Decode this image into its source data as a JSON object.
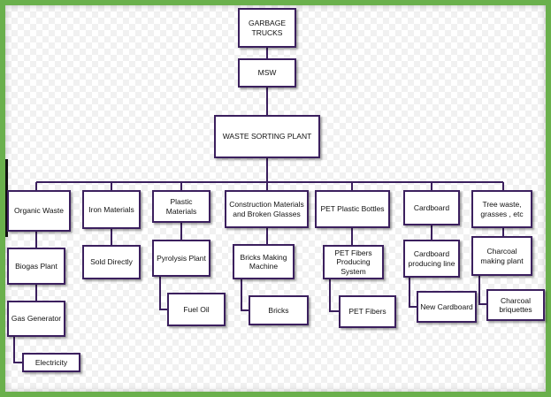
{
  "diagram": {
    "root": "GARBAGE TRUCKS",
    "msw": "MSW",
    "sorting_plant": "WASTE SORTING PLANT",
    "branches": [
      {
        "category": "Organic Waste",
        "steps": [
          "Biogas Plant",
          "Gas Generator",
          "Electricity"
        ]
      },
      {
        "category": "Iron Materials",
        "steps": [
          "Sold Directly"
        ]
      },
      {
        "category": "Plastic Materials",
        "steps": [
          "Pyrolysis Plant",
          "Fuel Oil"
        ]
      },
      {
        "category": "Construction Materials and Broken Glasses",
        "steps": [
          "Bricks Making Machine",
          "Bricks"
        ]
      },
      {
        "category": "PET Plastic Bottles",
        "steps": [
          "PET Fibers Producing System",
          "PET Fibers"
        ]
      },
      {
        "category": "Cardboard",
        "steps": [
          "Cardboard producing line",
          "New Cardboard"
        ]
      },
      {
        "category": "Tree waste, grasses , etc",
        "steps": [
          "Charcoal making plant",
          "Charcoal briquettes"
        ]
      }
    ]
  },
  "colors": {
    "border": "#6ab04c",
    "box_outline": "#3b1f5e",
    "connector": "#3b1f5e"
  }
}
